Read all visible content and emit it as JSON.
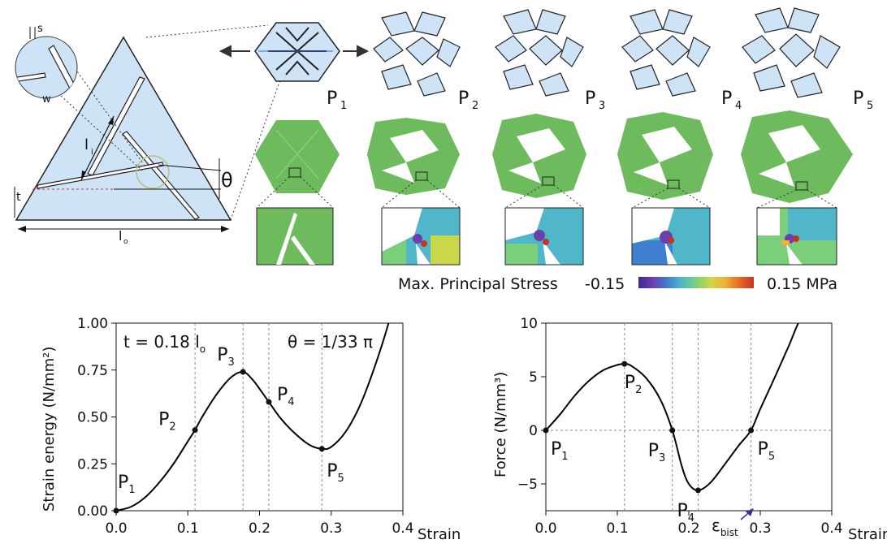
{
  "schematic": {
    "labels": {
      "s": "s",
      "w": "w",
      "l": "l",
      "l_sub": "i",
      "theta": "θ",
      "t": "t",
      "lo": "l",
      "lo_sub": "o"
    }
  },
  "states": [
    {
      "label": "P",
      "sub": "1"
    },
    {
      "label": "P",
      "sub": "2"
    },
    {
      "label": "P",
      "sub": "3"
    },
    {
      "label": "P",
      "sub": "4"
    },
    {
      "label": "P",
      "sub": "5"
    }
  ],
  "colorbar": {
    "title": "Max. Principal Stress",
    "min": "-0.15",
    "max": "0.15 MPa",
    "colors": [
      "#3b2a8f",
      "#6b3fb0",
      "#3f7fd0",
      "#4fb7c9",
      "#7ccf7a",
      "#c9d84a",
      "#f2b134",
      "#e66a28",
      "#c7331f"
    ]
  },
  "colors": {
    "panel_fill": "#cfe3f7",
    "panel_stroke": "#222222",
    "stress_green": "#6dbb5c",
    "curve": "#000000",
    "grid": "#888888"
  },
  "chart_data": [
    {
      "type": "line",
      "title": "",
      "xlabel": "Strain",
      "ylabel": "Strain energy (N/mm²)",
      "annotation_left": {
        "text": "t = 0.18 l",
        "sub": "o"
      },
      "annotation_right": "θ = 1/33 π",
      "xlim": [
        0,
        0.4
      ],
      "ylim": [
        0,
        1.0
      ],
      "xticks": [
        "0.0",
        "0.1",
        "0.2",
        "0.3",
        "0.4"
      ],
      "yticks": [
        "0.00",
        "0.25",
        "0.50",
        "0.75",
        "1.00"
      ],
      "vlines": [
        0.11,
        0.177,
        0.213,
        0.287
      ],
      "x": [
        0,
        0.02,
        0.04,
        0.06,
        0.08,
        0.1,
        0.11,
        0.12,
        0.14,
        0.16,
        0.177,
        0.19,
        0.2,
        0.213,
        0.23,
        0.25,
        0.27,
        0.287,
        0.3,
        0.32,
        0.34,
        0.36,
        0.38,
        0.4
      ],
      "y": [
        0,
        0.02,
        0.07,
        0.15,
        0.25,
        0.37,
        0.43,
        0.5,
        0.62,
        0.71,
        0.74,
        0.7,
        0.65,
        0.58,
        0.49,
        0.41,
        0.35,
        0.33,
        0.34,
        0.42,
        0.56,
        0.76,
        1.0,
        1.3
      ],
      "points": [
        {
          "x": 0,
          "y": 0,
          "label": "P",
          "sub": "1"
        },
        {
          "x": 0.11,
          "y": 0.43,
          "label": "P",
          "sub": "2"
        },
        {
          "x": 0.177,
          "y": 0.74,
          "label": "P",
          "sub": "3"
        },
        {
          "x": 0.213,
          "y": 0.58,
          "label": "P",
          "sub": "4"
        },
        {
          "x": 0.287,
          "y": 0.33,
          "label": "P",
          "sub": "5"
        }
      ]
    },
    {
      "type": "line",
      "title": "",
      "xlabel": "Strain",
      "ylabel": "Force (N/mm³)",
      "xlim": [
        0,
        0.4
      ],
      "ylim": [
        -7.5,
        10
      ],
      "xticks": [
        "0.0",
        "0.1",
        "0.2",
        "0.3",
        "0.4"
      ],
      "yticks": [
        "−5",
        "0",
        "5",
        "10"
      ],
      "vlines": [
        0.11,
        0.177,
        0.213,
        0.287
      ],
      "x": [
        0,
        0.02,
        0.04,
        0.06,
        0.08,
        0.1,
        0.11,
        0.12,
        0.14,
        0.16,
        0.177,
        0.19,
        0.2,
        0.213,
        0.23,
        0.25,
        0.27,
        0.287,
        0.3,
        0.32,
        0.34,
        0.36,
        0.4
      ],
      "y": [
        0,
        1.5,
        3.2,
        4.6,
        5.6,
        6.1,
        6.2,
        6.0,
        4.9,
        2.9,
        0,
        -3.3,
        -5.0,
        -5.6,
        -4.9,
        -3.2,
        -1.4,
        0,
        2.0,
        4.9,
        7.9,
        10.8,
        14.0
      ],
      "points": [
        {
          "x": 0,
          "y": 0,
          "label": "P",
          "sub": "1"
        },
        {
          "x": 0.11,
          "y": 6.2,
          "label": "P",
          "sub": "2"
        },
        {
          "x": 0.177,
          "y": 0,
          "label": "P",
          "sub": "3"
        },
        {
          "x": 0.213,
          "y": -5.6,
          "label": "P",
          "sub": "4"
        },
        {
          "x": 0.287,
          "y": 0,
          "label": "P",
          "sub": "5"
        }
      ],
      "annotation_eps": {
        "text": "ε",
        "sub": "bist"
      }
    }
  ]
}
